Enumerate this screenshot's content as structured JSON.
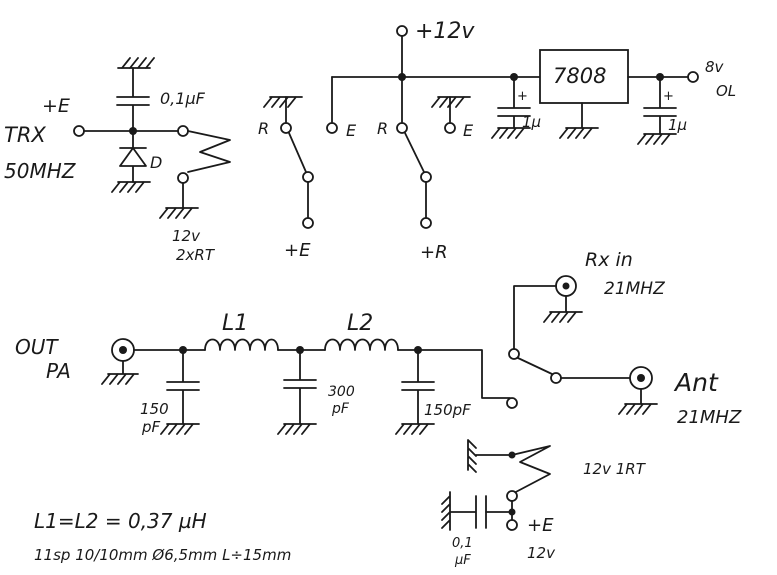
{
  "labels": {
    "supply_12v": "+12v",
    "regulator": "7808",
    "out_8v": "8v",
    "out_ol": "OL",
    "cap_reg_in": "1µ",
    "cap_reg_out": "1µ",
    "trx_plus_e": "+E",
    "trx": "TRX",
    "trx_freq": "50MHZ",
    "trx_cap": "0,1µF",
    "trx_diode": "D",
    "trx_relay_1": "12v",
    "trx_relay_2": "2xRT",
    "sw1_r": "R",
    "sw1_e": "E",
    "sw1_out": "+E",
    "sw2_r": "R",
    "sw2_e": "E",
    "sw2_out": "+R",
    "out_pa_1": "OUT",
    "out_pa_2": "PA",
    "l1": "L1",
    "l2": "L2",
    "c1_val": "150",
    "c1_unit": "pF",
    "c2_val": "300",
    "c2_unit": "pF",
    "c3": "150pF",
    "rx_in": "Rx in",
    "rx_freq": "21MHZ",
    "ant": "Ant",
    "ant_freq": "21MHZ",
    "relay_pa": "12v 1RT",
    "cap_pa_1": "0,1",
    "cap_pa_2": "µF",
    "relay_plus_e": "+E",
    "relay_12v": "12v",
    "note_1": "L1=L2 = 0,37 µH",
    "note_2": "11sp 10/10mm Ø6,5mm L÷15mm"
  }
}
